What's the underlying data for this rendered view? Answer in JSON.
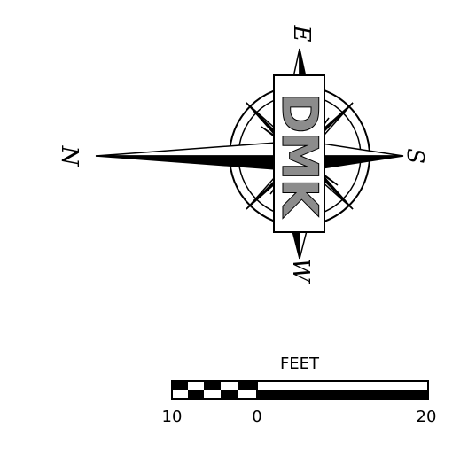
{
  "compass": {
    "north_label": "N",
    "east_label": "E",
    "south_label": "S",
    "west_label": "W",
    "logo_text": "DMK"
  },
  "scale_bar": {
    "unit_label": "FEET",
    "tick_labels": [
      "10",
      "0",
      "20"
    ]
  },
  "colors": {
    "ink": "#000000",
    "paper": "#ffffff",
    "logo_fill": "#8c8c8c"
  }
}
